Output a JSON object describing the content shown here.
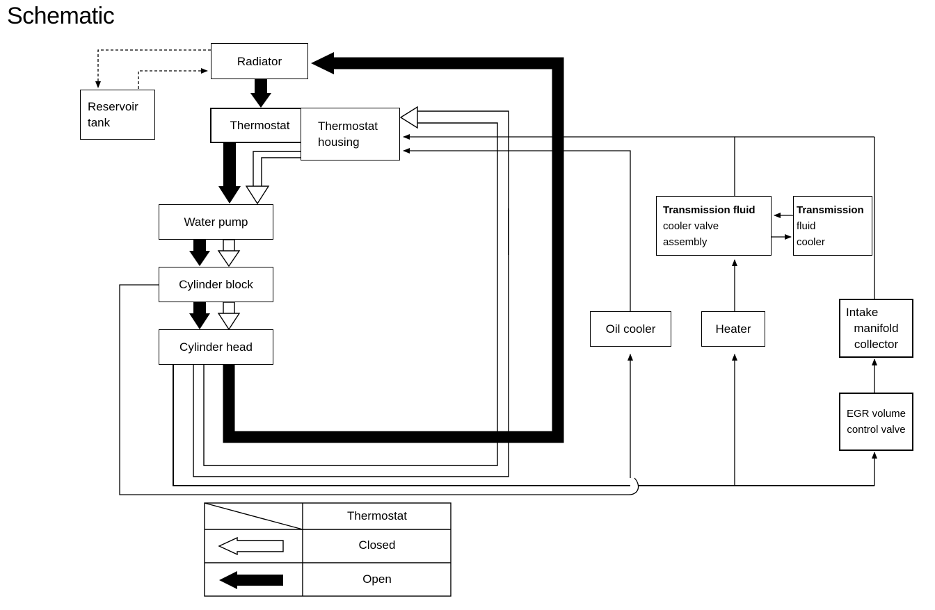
{
  "title": "Schematic",
  "components": {
    "radiator": "Radiator",
    "reservoir_tank": [
      "Reservoir",
      "tank"
    ],
    "thermostat": "Thermostat",
    "thermostat_housing": [
      "Thermostat",
      "housing"
    ],
    "water_pump": "Water pump",
    "cylinder_block": "Cylinder block",
    "cylinder_head": "Cylinder head",
    "oil_cooler": "Oil cooler",
    "heater": "Heater",
    "tf_cooler_valve": [
      "Transmission fluid",
      "cooler valve",
      "assembly"
    ],
    "tf_cooler": [
      "Transmission",
      "fluid",
      "cooler"
    ],
    "intake_manifold": [
      "Intake",
      "manifold",
      "collector"
    ],
    "egr_valve": [
      "EGR volume",
      "control valve"
    ]
  },
  "legend": {
    "header": "Thermostat",
    "closed": "Closed",
    "open": "Open"
  }
}
